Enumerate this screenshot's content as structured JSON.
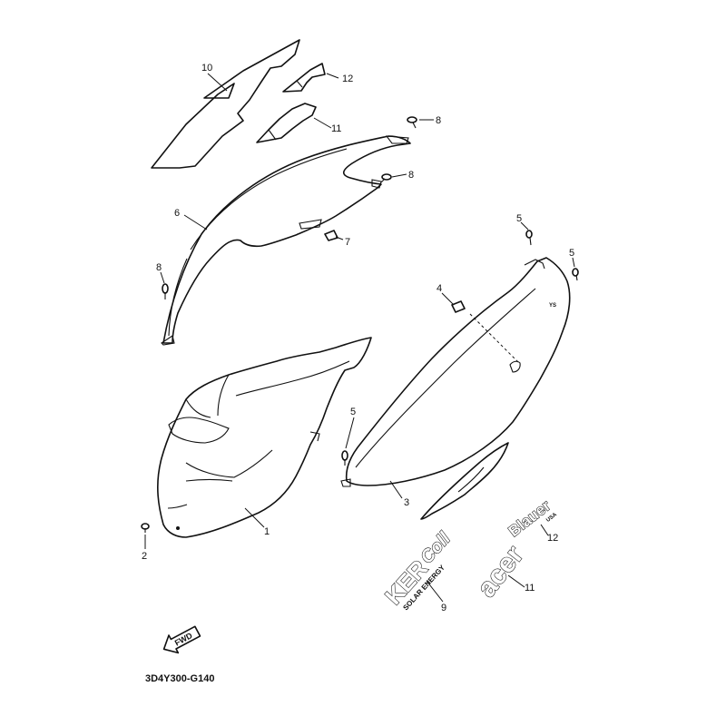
{
  "diagram": {
    "code": "3D4Y300-G140",
    "fwd_label": "FWD",
    "labels": {
      "p1": "1",
      "p2": "2",
      "p3": "3",
      "p4": "4",
      "p5a": "5",
      "p5b": "5",
      "p5c": "5",
      "p6": "6",
      "p7": "7",
      "p8a": "8",
      "p8b": "8",
      "p8c": "8",
      "p9": "9",
      "p10": "10",
      "p11a": "11",
      "p11b": "11",
      "p12a": "12",
      "p12b": "12"
    },
    "decals": {
      "kercoll_main": "KER",
      "kercoll_script": "Coll",
      "kercoll_sub": "SOLAR ENERGY",
      "acer": "acer",
      "blauer": "Blauer",
      "blauer_sub": "USA"
    }
  },
  "colors": {
    "line": "#111111",
    "paper": "#ffffff"
  },
  "icons": {
    "fwd": "fwd-arrow-icon",
    "screw": "screw-icon",
    "clip": "clip-icon"
  }
}
